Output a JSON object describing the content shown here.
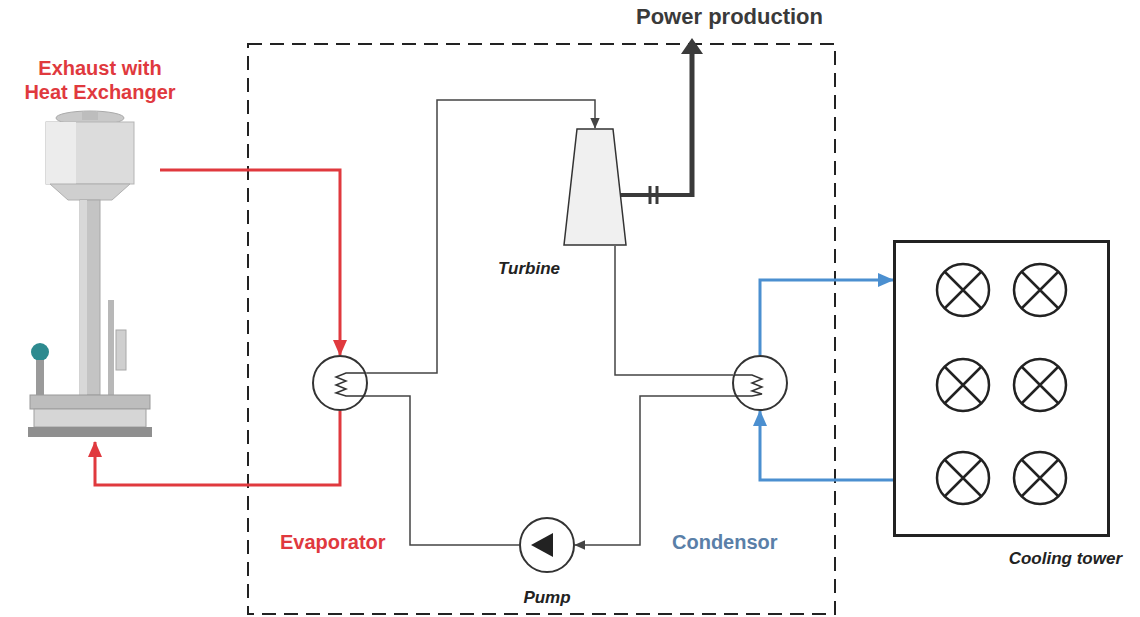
{
  "diagram": {
    "nodes": [
      {
        "text": [
          "Exhaust with Heat Exchanger"
        ]
      },
      {
        "text": [
          "Turbine"
        ]
      },
      {
        "text": [
          "Evaporator"
        ]
      },
      {
        "text": [
          "Condensor"
        ]
      },
      {
        "text": [
          "Pump"
        ]
      },
      {
        "text": [
          "Cooling tower"
        ]
      }
    ],
    "edges": [
      {
        "from": 0,
        "to": 2,
        "arrow": "to"
      },
      {
        "from": 2,
        "to": 0,
        "arrow": "to"
      },
      {
        "from": 2,
        "to": 1,
        "arrow": "to"
      },
      {
        "from": 1,
        "to": 3,
        "arrow": "none"
      },
      {
        "from": 3,
        "to": 4,
        "arrow": "to"
      },
      {
        "from": 4,
        "to": 2,
        "arrow": "none"
      },
      {
        "from": 3,
        "to": 5,
        "arrow": "to"
      },
      {
        "from": 5,
        "to": 3,
        "arrow": "to"
      }
    ],
    "labels": [
      "Power production"
    ]
  }
}
